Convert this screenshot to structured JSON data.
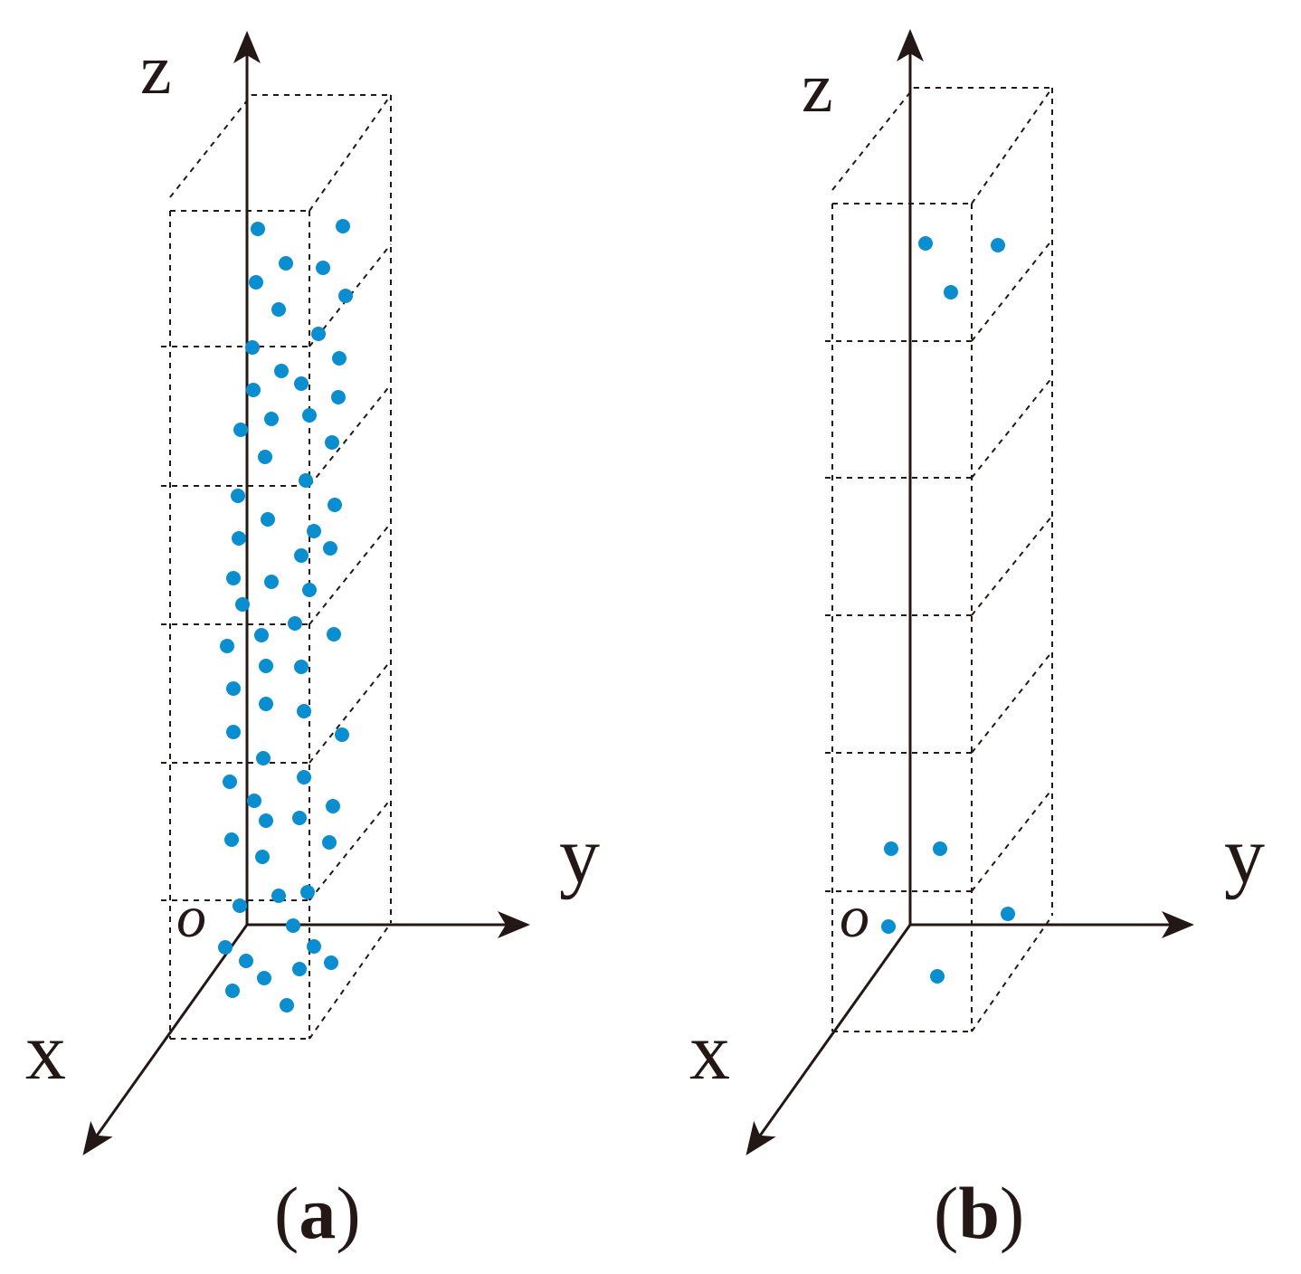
{
  "colors": {
    "point": "#0a8ed0",
    "axis": "#231815",
    "background": "#ffffff"
  },
  "panels": [
    {
      "id": "a",
      "caption_open": "(",
      "caption_letter": "a",
      "caption_close": ")",
      "axis_labels": {
        "x": "x",
        "y": "y",
        "z": "z",
        "origin": "o"
      }
    },
    {
      "id": "b",
      "caption_open": "(",
      "caption_letter": "b",
      "caption_close": ")",
      "axis_labels": {
        "x": "x",
        "y": "y",
        "z": "z",
        "origin": "o"
      }
    }
  ]
}
